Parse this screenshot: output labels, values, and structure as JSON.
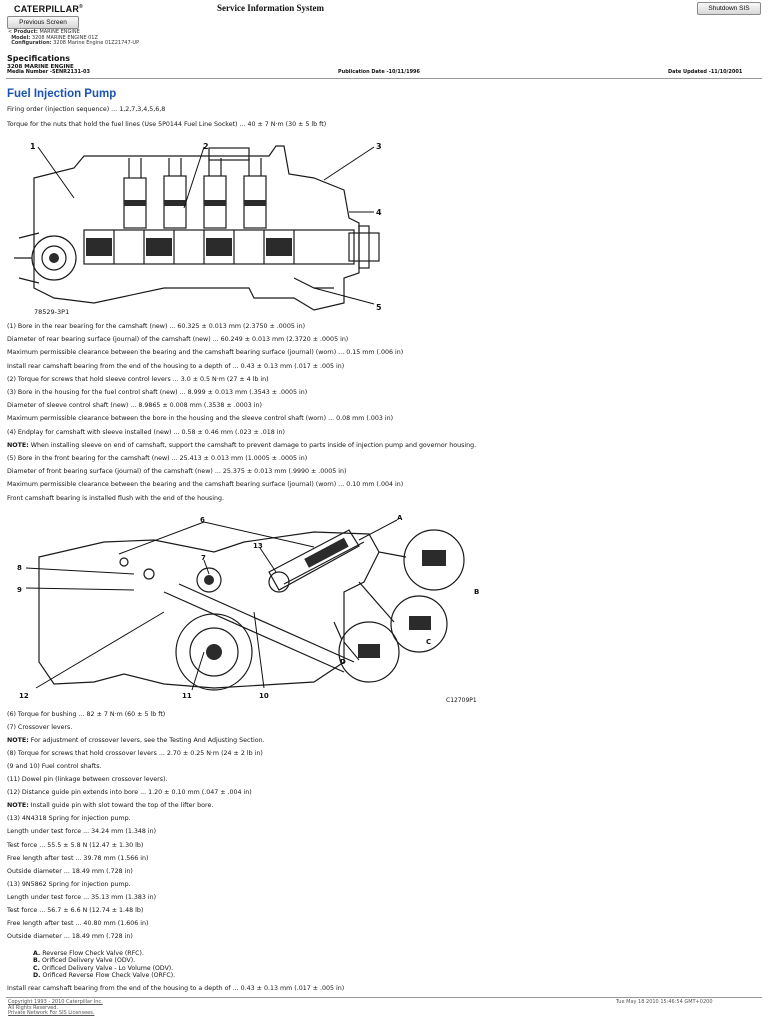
{
  "header": {
    "logo": "CATERPILLAR",
    "logo_mark": "®",
    "title": "Service Information System",
    "previous_button": "Previous Screen",
    "shutdown_button": "Shutdown SIS"
  },
  "meta": {
    "product_label": "Product:",
    "product": "MARINE ENGINE",
    "model_label": "Model:",
    "model": "3208 MARINE ENGINE 01Z",
    "configuration_label": "Configuration:",
    "configuration": "3208 Marine Engine 01Z21747-UP"
  },
  "specs": {
    "title": "Specifications",
    "engine": "3208 MARINE ENGINE",
    "media_number": "Media Number -SENR2131-03",
    "publication_date": "Publication Date -10/11/1996",
    "date_updated": "Date Updated -11/10/2001"
  },
  "section_title": "Fuel Injection Pump",
  "intro_lines": [
    "Firing order (injection sequence) ... 1,2,7,3,4,5,6,8",
    "Torque for the nuts that hold the fuel lines (Use 5P0144 Fuel Line Socket) ... 40 ± 7 N·m (30 ± 5 lb ft)"
  ],
  "figure1": {
    "code": "78529-3P1",
    "callouts": [
      "1",
      "2",
      "3",
      "4",
      "5"
    ]
  },
  "spec_lines_1": [
    "(1) Bore in the rear bearing for the camshaft (new) ... 60.325 ± 0.013 mm (2.3750 ± .0005 in)",
    "Diameter of rear bearing surface (journal) of the camshaft (new) ... 60.249 ± 0.013 mm (2.3720 ± .0005 in)",
    "Maximum permissible clearance between the bearing and the camshaft bearing surface (journal) (worn) ... 0.15 mm (.006 in)",
    "Install rear camshaft bearing from the end of the housing to a depth of ... 0.43 ± 0.13 mm (.017 ± .005 in)",
    "(2) Torque for screws that hold sleeve control levers ... 3.0 ± 0.5 N·m (27 ± 4 lb in)",
    "(3) Bore in the housing for the fuel control shaft (new) ... 8.999 ± 0.013 mm (.3543 ± .0005 in)",
    "Diameter of sleeve control shaft (new) ... 8.9865 ± 0.008 mm (.3538 ± .0003 in)",
    "Maximum permissible clearance between the bore in the housing and the sleeve control shaft (worn) ... 0.08 mm (.003 in)",
    "(4) Endplay for camshaft with sleeve installed (new) ... 0.58 ± 0.46 mm (.023 ± .018 in)",
    "NOTE: When installing sleeve on end of camshaft, support the camshaft to prevent damage to parts inside of injection pump and governor housing.",
    "(5) Bore in the front bearing for the camshaft (new) ... 25.413 ± 0.013 mm (1.0005 ± .0005 in)",
    "Diameter of front bearing surface (journal) of the camshaft (new) ... 25.375 ± 0.013 mm (.9990 ± .0005 in)",
    "Maximum permissible clearance between the bearing and the camshaft bearing surface (journal) (worn) ... 0.10 mm (.004 in)",
    "Front camshaft bearing is installed flush with the end of the housing."
  ],
  "figure2": {
    "code": "C12709P1",
    "callouts": [
      "6",
      "7",
      "8",
      "9",
      "10",
      "11",
      "12",
      "13",
      "A",
      "B",
      "C",
      "D"
    ]
  },
  "spec_lines_2": [
    "(6) Torque for bushing ... 82 ± 7 N·m (60 ± 5 lb ft)",
    "(7) Crossover levers.",
    "NOTE: For adjustment of crossover levers, see the Testing And Adjusting Section.",
    "(8) Torque for screws that hold crossover levers ... 2.70 ± 0.25 N·m (24 ± 2 lb in)",
    "(9 and 10) Fuel control shafts.",
    "(11) Dowel pin (linkage between crossover levers).",
    "(12) Distance guide pin extends into bore ... 1.20 ± 0.10 mm (.047 ± .004 in)",
    "NOTE: Install guide pin with slot toward the top of the lifter bore.",
    "(13) 4N4318 Spring for injection pump.",
    "Length under test force ... 34.24 mm (1.348 in)",
    "Test force ... 55.5 ± 5.8 N (12.47 ± 1.30 lb)",
    "Free length after test ... 39.78 mm (1.566 in)",
    "Outside diameter ... 18.49 mm (.728 in)",
    "(13) 9N5862 Spring for injection pump.",
    "Length under test force ... 35.13 mm (1.383 in)",
    "Test force ... 56.7 ± 6.6 N (12.74 ± 1.48 lb)",
    "Free length after test ... 40.80 mm (1.606 in)",
    "Outside diameter ... 18.49 mm (.728 in)"
  ],
  "legend": [
    {
      "key": "A.",
      "text": "Reverse Flow Check Valve (RFC)."
    },
    {
      "key": "B.",
      "text": "Orificed Delivery Valve (ODV)."
    },
    {
      "key": "C.",
      "text": "Orificed Delivery Valve - Lo Volume (ODV)."
    },
    {
      "key": "D.",
      "text": "Orificed Reverse Flow Check Valve (ORFC)."
    }
  ],
  "final_line": "Install rear camshaft bearing from the end of the housing to a depth of ... 0.43 ± 0.13 mm (.017 ± .005 in)",
  "footer": {
    "copyright": "Copyright 1993 - 2010 Caterpillar Inc.",
    "rights": "All Rights Reserved.",
    "network": "Private Network For SIS Licensees.",
    "timestamp": "Tue May 18 2010 15:46:54 GMT+0200"
  }
}
